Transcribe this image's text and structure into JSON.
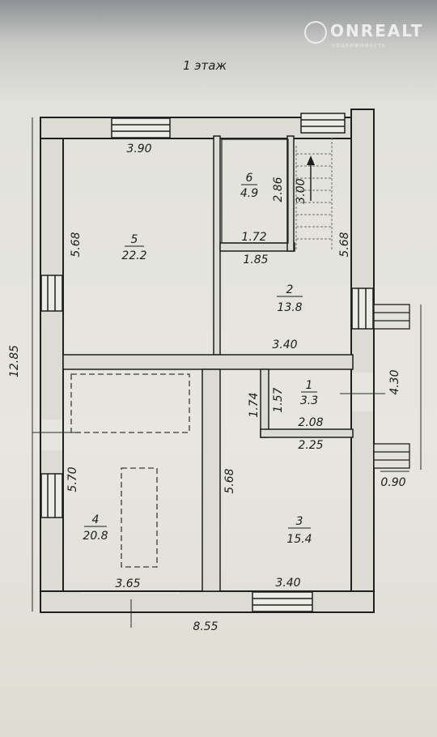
{
  "watermark": {
    "brand": "ONREALT",
    "sub": "недвижимость"
  },
  "floor_title": "1 этаж",
  "rooms": [
    {
      "number": "1",
      "area": "3.3"
    },
    {
      "number": "2",
      "area": "13.8"
    },
    {
      "number": "3",
      "area": "15.4"
    },
    {
      "number": "4",
      "area": "20.8"
    },
    {
      "number": "5",
      "area": "22.2"
    },
    {
      "number": "6",
      "area": "4.9"
    }
  ],
  "dimensions": {
    "room5_width": "3.90",
    "room5_height": "5.68",
    "room6_width": "1.72",
    "room6_height": "2.86",
    "stair_length": "3.00",
    "stair_gap": "1.85",
    "room2_height": "5.68",
    "room2_width": "3.40",
    "room1_height_outer": "1.74",
    "room1_height_inner": "1.57",
    "room1_width_inner": "2.08",
    "room1_width_outer": "2.25",
    "total_height": "12.85",
    "room4_height": "5.70",
    "room3_height": "5.68",
    "room4_width": "3.65",
    "room3_width": "3.40",
    "total_width": "8.55",
    "porch_length": "4.30",
    "porch_width": "0.90"
  }
}
